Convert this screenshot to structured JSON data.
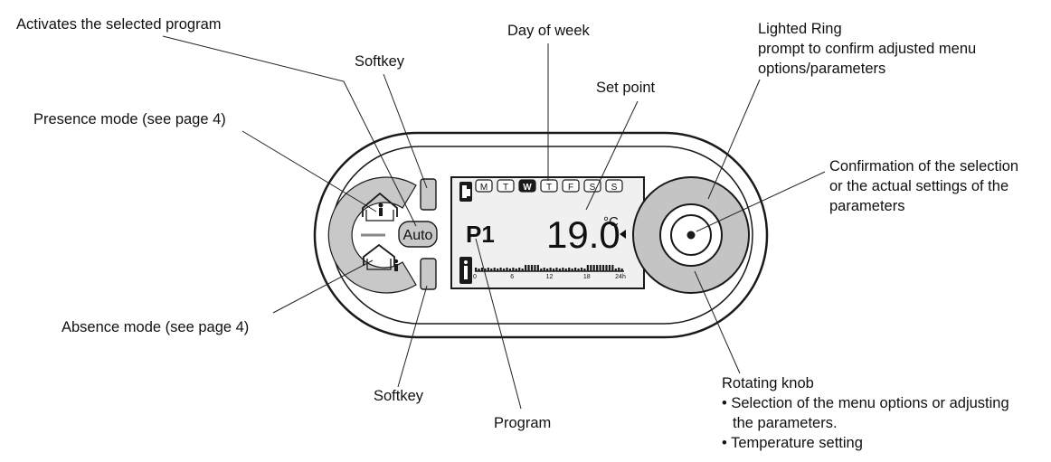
{
  "labels": {
    "activates": "Activates the selected program",
    "softkey_top": "Softkey",
    "day_of_week": "Day of week",
    "set_point": "Set point",
    "lighted_ring_title": "Lighted Ring",
    "lighted_ring_line1": "prompt to confirm adjusted menu",
    "lighted_ring_line2": "options/parameters",
    "presence": "Presence mode (see page 4)",
    "confirmation_line1": "Confirmation of the selection",
    "confirmation_line2": "or the actual settings of the",
    "confirmation_line3": "parameters",
    "absence": "Absence mode (see page 4)",
    "softkey_bottom": "Softkey",
    "program": "Program",
    "rotating_title": "Rotating knob",
    "rotating_bullet1_line1": "• Selection of the menu options or adjusting",
    "rotating_bullet1_line2": "the parameters.",
    "rotating_bullet2": "• Temperature setting"
  },
  "device": {
    "auto_label": "Auto",
    "days": [
      "M",
      "T",
      "W",
      "T",
      "F",
      "S",
      "S"
    ],
    "active_day_index": 2,
    "temperature": "19.0",
    "unit": "°C",
    "program": "P1",
    "timeline_ticks": [
      "0",
      "6",
      "12",
      "18",
      "24h"
    ]
  }
}
